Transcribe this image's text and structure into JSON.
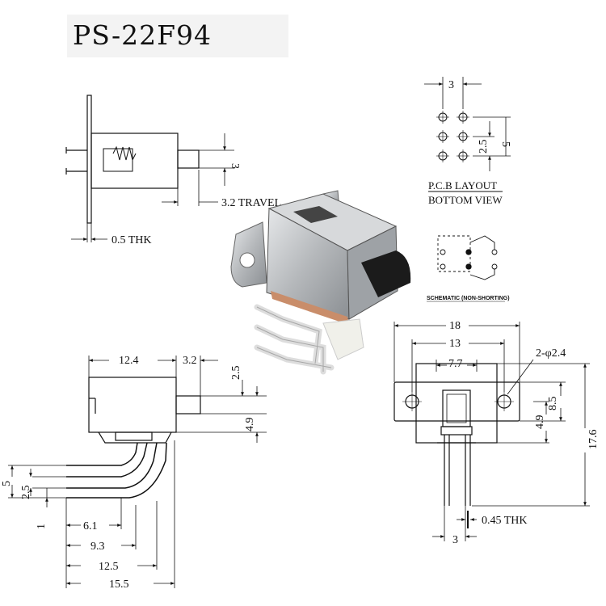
{
  "title": "PS-22F94",
  "side_view": {
    "travel": "3.2 TRAVEL",
    "thickness": "0.5 THK",
    "actuator_height": "3"
  },
  "pcb_layout": {
    "pitch_x": "3",
    "pitch_y_small": "2.5",
    "pitch_y_large": "5",
    "caption_1": "P.C.B LAYOUT",
    "caption_2": "BOTTOM VIEW"
  },
  "schematic": {
    "caption": "SCHEMATIC (NON-SHORTING)"
  },
  "front_view": {
    "width": "12.4",
    "travel": "3.2",
    "actuator_h": "2.5",
    "actuator_offset": "4.9",
    "lead_5": "5",
    "lead_25": "2.5",
    "lead_1": "1",
    "dim_61": "6.1",
    "dim_93": "9.3",
    "dim_125": "12.5",
    "dim_155": "15.5"
  },
  "end_view": {
    "overall": "18",
    "hole_pitch": "13",
    "body": "7.7",
    "hole": "2-φ2.4",
    "h_85": "8.5",
    "h_49": "4.9",
    "h_176": "17.6",
    "pin_thk": "0.45 THK",
    "pin_pitch": "3"
  },
  "colors": {
    "line": "#111111",
    "metal": "#b9bcbf",
    "plastic": "#f1f1ec",
    "knob": "#1a1a1a"
  }
}
